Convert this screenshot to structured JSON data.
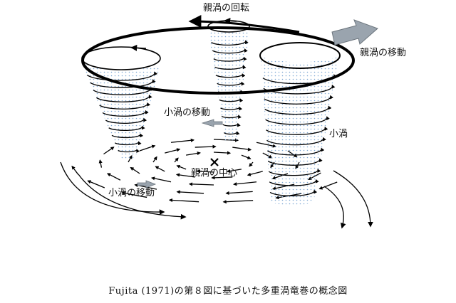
{
  "labels": {
    "parent_rotation": "親渦の回転",
    "parent_movement": "親渦の移動",
    "sub_vortex_movement_upper": "小渦の移動",
    "sub_vortex": "小渦",
    "parent_center": "親渦の中心",
    "sub_vortex_movement_lower": "小渦の移動"
  },
  "caption": "Fujita (1971)の第８図に基づいた多重渦竜巻の概念図",
  "colors": {
    "stipple": "#7fa8d4",
    "line": "#000000",
    "movement_arrow": "#9aa4ae"
  }
}
